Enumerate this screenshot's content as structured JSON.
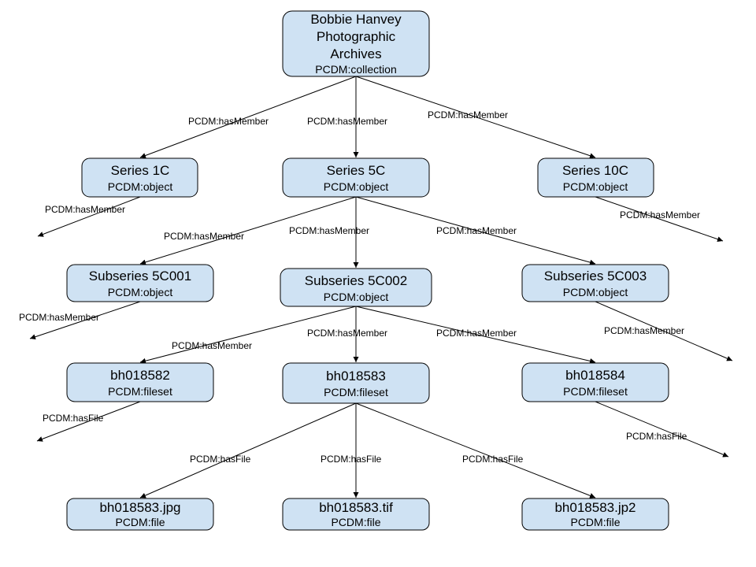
{
  "nodes": {
    "root": {
      "lines": [
        "Bobbie Hanvey",
        "Photographic",
        "Archives"
      ],
      "type": "PCDM:collection"
    },
    "series_1c": {
      "title": "Series 1C",
      "type": "PCDM:object"
    },
    "series_5c": {
      "title": "Series 5C",
      "type": "PCDM:object"
    },
    "series_10c": {
      "title": "Series 10C",
      "type": "PCDM:object"
    },
    "subseries_5c001": {
      "title": "Subseries 5C001",
      "type": "PCDM:object"
    },
    "subseries_5c002": {
      "title": "Subseries 5C002",
      "type": "PCDM:object"
    },
    "subseries_5c003": {
      "title": "Subseries 5C003",
      "type": "PCDM:object"
    },
    "bh018582": {
      "title": "bh018582",
      "type": "PCDM:fileset"
    },
    "bh018583": {
      "title": "bh018583",
      "type": "PCDM:fileset"
    },
    "bh018584": {
      "title": "bh018584",
      "type": "PCDM:fileset"
    },
    "file_jpg": {
      "title": "bh018583.jpg",
      "type": "PCDM:file"
    },
    "file_tif": {
      "title": "bh018583.tif",
      "type": "PCDM:file"
    },
    "file_jp2": {
      "title": "bh018583.jp2",
      "type": "PCDM:file"
    }
  },
  "edges": {
    "has_member": "PCDM:hasMember",
    "has_file": "PCDM:hasFile"
  },
  "colors": {
    "node_fill": "#cfe2f3",
    "stroke": "#000000"
  }
}
